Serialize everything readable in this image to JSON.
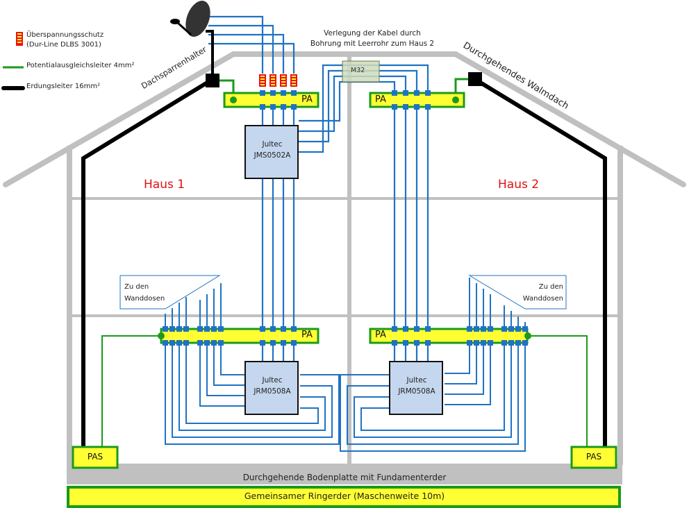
{
  "legend": {
    "items": [
      {
        "icon": "surge-protector-icon",
        "line1": "Überspannungsschutz",
        "line2": "(Dur-Line DLBS 3001)"
      },
      {
        "icon": "green-line-icon",
        "line1": "Potentialausgleichsleiter 4mm²",
        "color": "#1a9a1a"
      },
      {
        "icon": "black-thick-line-icon",
        "line1": "Erdungsleiter 16mm²",
        "color": "#000000"
      }
    ]
  },
  "labels": {
    "rafter_holder": "Dachsparrenhalter",
    "roof": "Durchgehendes Walmdach",
    "routing_note_line1": "Verlegung der Kabel durch",
    "routing_note_line2": "Bohrung mit Leerrohr zum Haus 2",
    "conduit": "M32",
    "house1": "Haus 1",
    "house2": "Haus 2",
    "to_sockets_line1": "Zu den",
    "to_sockets_line2": "Wanddosen",
    "pa": "PA",
    "pas": "PAS",
    "foundation": "Durchgehende Bodenplatte mit Fundamenterder",
    "ring_earth": "Gemeinsamer Ringerder (Maschenweite 10m)"
  },
  "devices": {
    "multiswitch_main": {
      "brand": "Jultec",
      "model": "JMS0502A"
    },
    "multiswitch_h1": {
      "brand": "Jultec",
      "model": "JRM0508A"
    },
    "multiswitch_h2": {
      "brand": "Jultec",
      "model": "JRM0508A"
    }
  },
  "colors": {
    "cable": "#1f72c4",
    "green": "#1a9a1a",
    "yellow": "#ffff33",
    "box_fill": "#c5d7ee",
    "wall": "#c0c0c0",
    "house_label": "#e01010",
    "surge_red": "#ee1111",
    "conduit_fill": "#cfdcbc"
  }
}
